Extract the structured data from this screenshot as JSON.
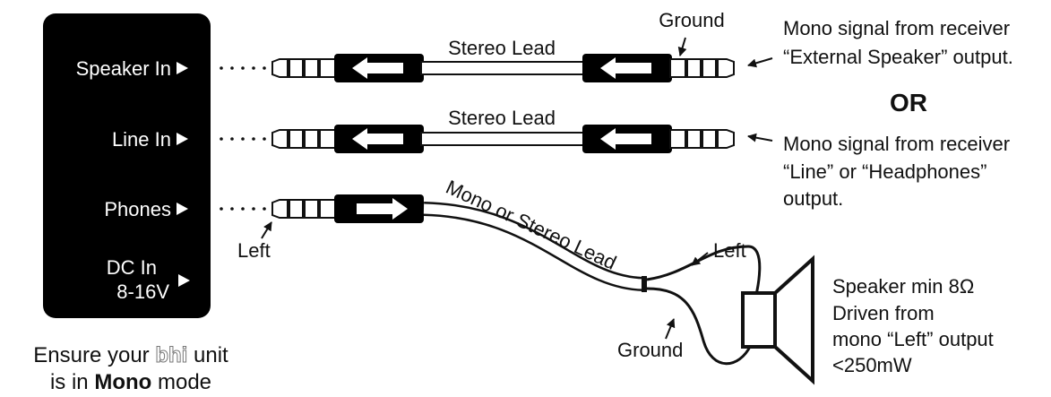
{
  "unit": {
    "port_labels": [
      "Speaker In",
      "Line In",
      "Phones",
      "DC In",
      "8-16V"
    ]
  },
  "note": {
    "line1_prefix": "Ensure your",
    "brand": "bhi",
    "line1_suffix": "unit",
    "line2_prefix": "is in",
    "mode": "Mono",
    "line2_suffix": "mode"
  },
  "leads": {
    "stereo_lead_1": "Stereo Lead",
    "stereo_lead_2": "Stereo Lead",
    "mono_or_stereo": "Mono or Stereo Lead"
  },
  "callouts": {
    "ground_top": "Ground",
    "left_phones": "Left",
    "left_speaker": "Left",
    "ground_speaker": "Ground"
  },
  "sources": {
    "speaker_out_1": "Mono signal from receiver",
    "speaker_out_2": "“External Speaker” output.",
    "or": "OR",
    "line_out_1": "Mono signal from receiver",
    "line_out_2": "“Line” or “Headphones”",
    "line_out_3": "output."
  },
  "speaker": {
    "line1": "Speaker min 8Ω",
    "line2": "Driven from",
    "line3": "mono “Left” output",
    "line4": "<250mW"
  },
  "colors": {
    "ink": "#111111",
    "unit_fill": "#000000",
    "background": "#ffffff"
  }
}
